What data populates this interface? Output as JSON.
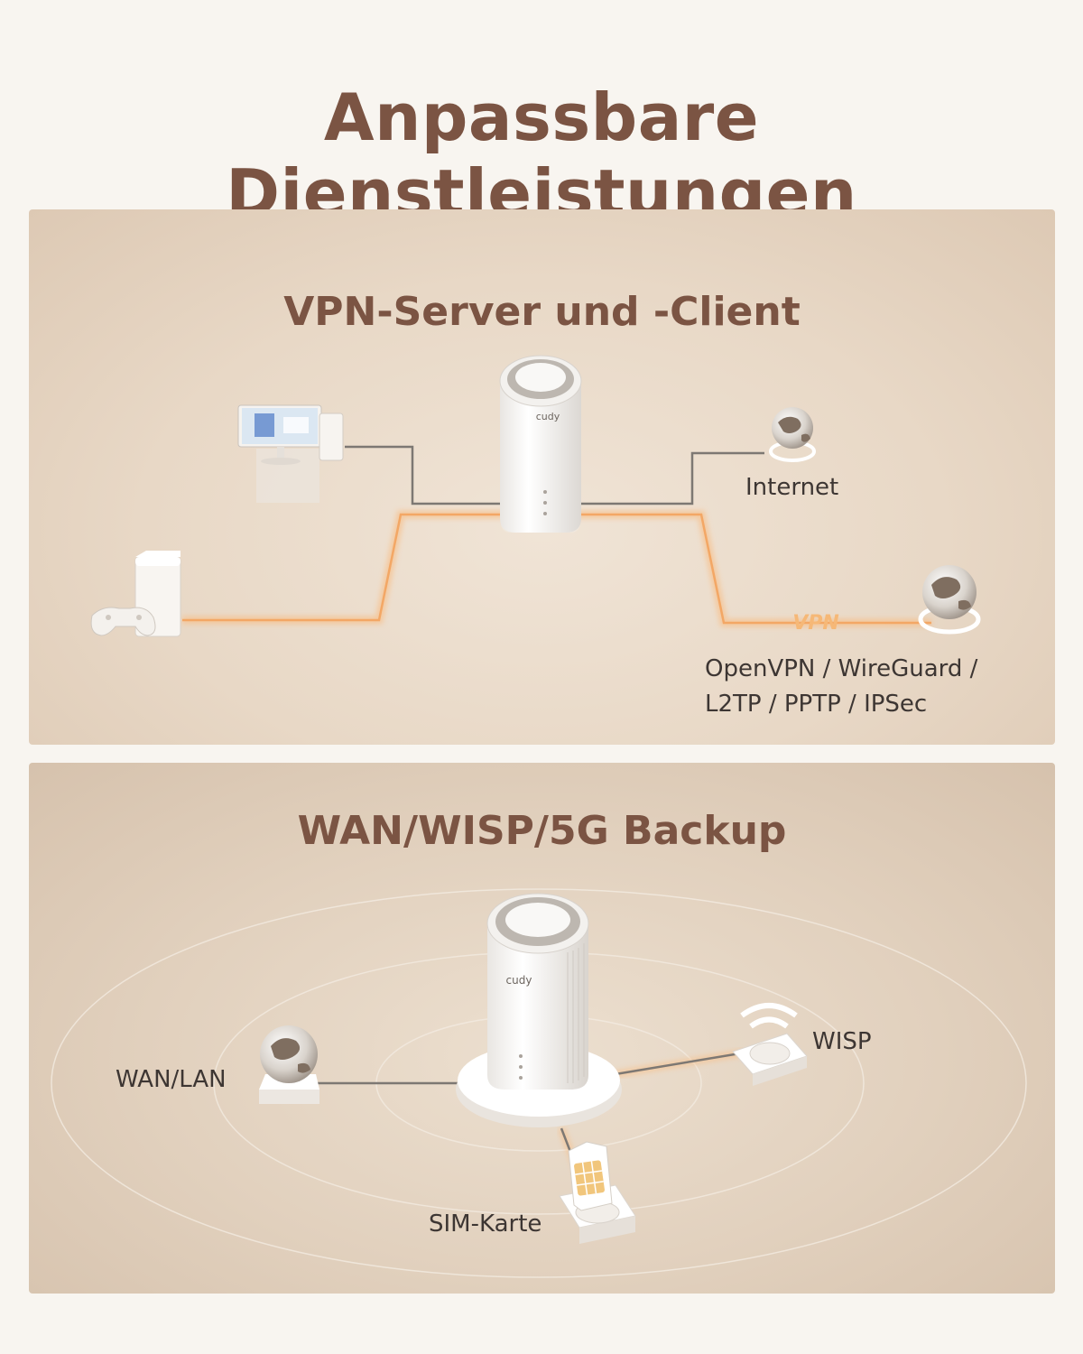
{
  "page": {
    "title": "Anpassbare Dienstleistungen"
  },
  "vpn_section": {
    "title": "VPN-Server und -Client",
    "internet_label": "Internet",
    "vpn_tag": "VPN",
    "protocols_line1": "OpenVPN / WireGuard /",
    "protocols_line2": "L2TP / PPTP / IPSec",
    "router_brand": "cudy"
  },
  "backup_section": {
    "title": "WAN/WISP/5G Backup",
    "wan_label": "WAN/LAN",
    "wisp_label": "WISP",
    "sim_label": "SIM-Karte",
    "router_brand": "cudy"
  },
  "colors": {
    "title": "#7b5443",
    "glow_line": "#f5b87a",
    "grey_line": "#7d7873"
  }
}
